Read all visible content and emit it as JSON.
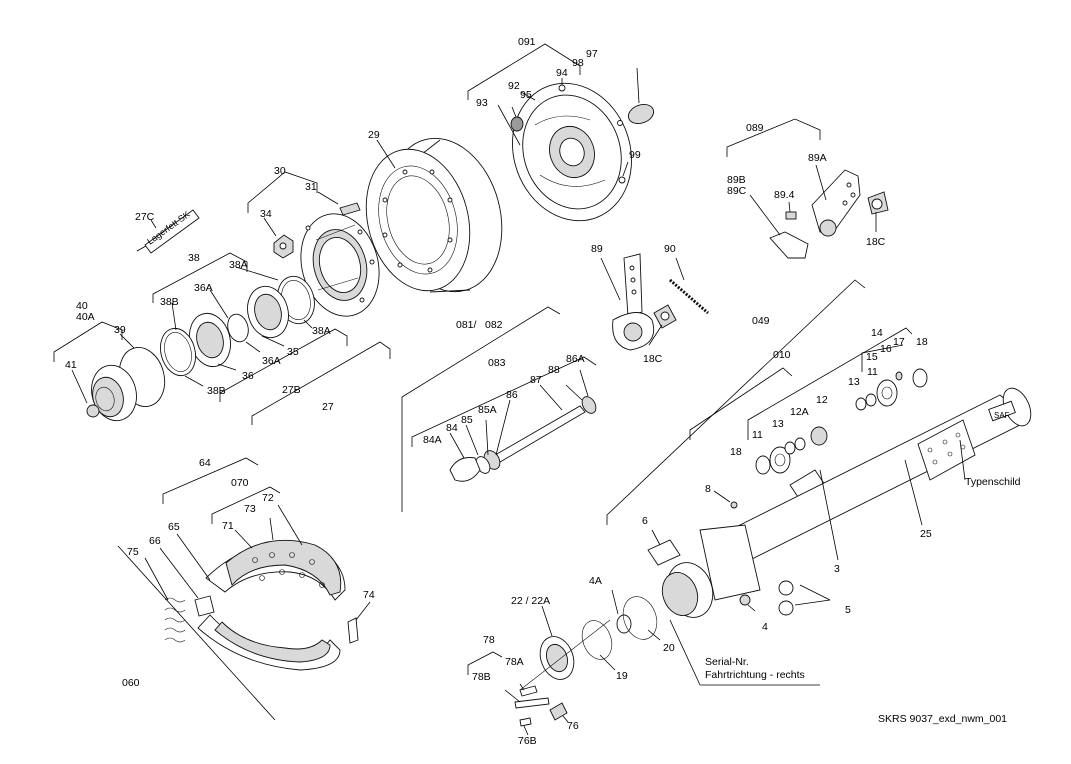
{
  "labels": {
    "l091": "091",
    "l97": "97",
    "l98": "98",
    "l94": "94",
    "l95": "95",
    "l92": "92",
    "l93": "93",
    "l99": "99",
    "l089": "089",
    "l89A": "89A",
    "l89B": "89B",
    "l89C": "89C",
    "l89_4": "89.4",
    "l18C_top": "18C",
    "l29": "29",
    "l30": "30",
    "l31": "31",
    "l34": "34",
    "l27C": "27C",
    "l27C_tube": "Lagerfett SK",
    "l38": "38",
    "l38A_top": "38A",
    "l36A": "36A",
    "l38B_top": "38B",
    "l38A_bot": "38A",
    "l35": "35",
    "l36A_bot": "36A",
    "l36": "36",
    "l38B_bot": "38B",
    "l27B": "27B",
    "l27": "27",
    "l40": "40",
    "l40A": "40A",
    "l39": "39",
    "l41": "41",
    "l89": "89",
    "l90": "90",
    "l18C_mid": "18C",
    "l081": "081/",
    "l082": "082",
    "l083": "083",
    "l86A": "86A",
    "l88": "88",
    "l87": "87",
    "l86": "86",
    "l85A": "85A",
    "l85": "85",
    "l84": "84",
    "l84A": "84A",
    "l049": "049",
    "l010": "010",
    "l14": "14",
    "l17": "17",
    "l18_top": "18",
    "l16": "16",
    "l15": "15",
    "l13_right": "13",
    "l11_right": "11",
    "l12A": "12A",
    "l12": "12",
    "l13_left": "13",
    "l11_left": "11",
    "l18_left": "18",
    "l3": "3",
    "l25": "25",
    "l_typenschild": "Typenschild",
    "l8": "8",
    "l6": "6",
    "l5": "5",
    "l4": "4",
    "l4A": "4A",
    "l20": "20",
    "l19": "19",
    "l22": "22 / 22A",
    "l78": "78",
    "l78A": "78A",
    "l78B": "78B",
    "l76": "76",
    "l76B": "76B",
    "l_serial": "Serial-Nr.",
    "l_fahrt": "Fahrtrichtung - rechts",
    "l64": "64",
    "l070": "070",
    "l72": "72",
    "l73": "73",
    "l71": "71",
    "l65": "65",
    "l66": "66",
    "l75": "75",
    "l74": "74",
    "l060": "060",
    "footer": "SKRS 9037_exd_nwm_001"
  }
}
